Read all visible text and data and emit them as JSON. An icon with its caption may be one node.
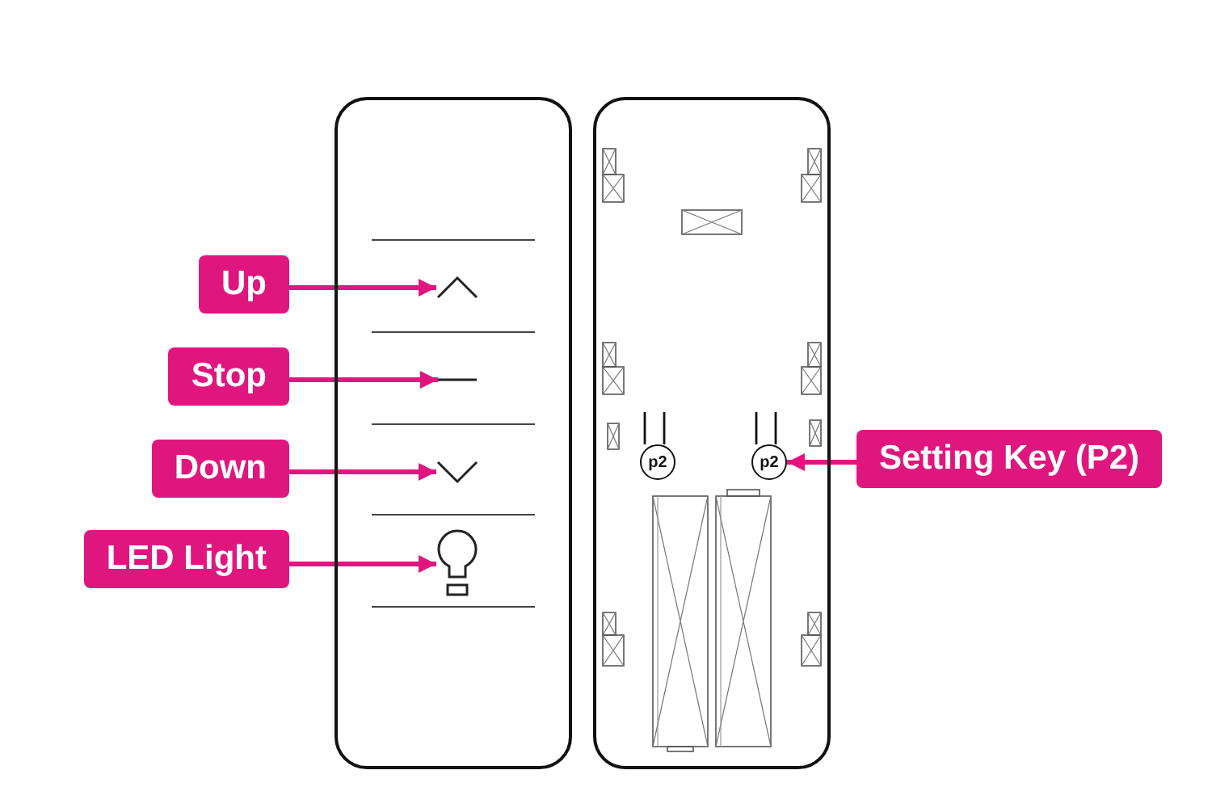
{
  "diagram": {
    "nodes": [
      {
        "text": [],
        "shape": "box"
      },
      {
        "text": [],
        "shape": "picture",
        "in": 0
      },
      {
        "text": [],
        "shape": "picture",
        "in": 0
      },
      {
        "text": [],
        "shape": "picture",
        "in": 0
      },
      {
        "text": [],
        "shape": "picture",
        "in": 0
      },
      {
        "text": [],
        "shape": "box"
      },
      {
        "text": [
          "p2"
        ],
        "in": 5
      },
      {
        "text": [
          "p2"
        ],
        "in": 5
      },
      {
        "text": [
          "Up"
        ]
      },
      {
        "text": [
          "Stop"
        ]
      },
      {
        "text": [
          "Down"
        ]
      },
      {
        "text": [
          "LED Light"
        ]
      },
      {
        "text": [
          "Setting Key (P2)"
        ]
      }
    ],
    "edges": [
      {
        "from": 8,
        "to": 1,
        "arrow": "to"
      },
      {
        "from": 9,
        "to": 2,
        "arrow": "to"
      },
      {
        "from": 10,
        "to": 3,
        "arrow": "to"
      },
      {
        "from": 11,
        "to": 4,
        "arrow": "to"
      },
      {
        "from": 12,
        "to": 7,
        "arrow": "to"
      }
    ]
  }
}
